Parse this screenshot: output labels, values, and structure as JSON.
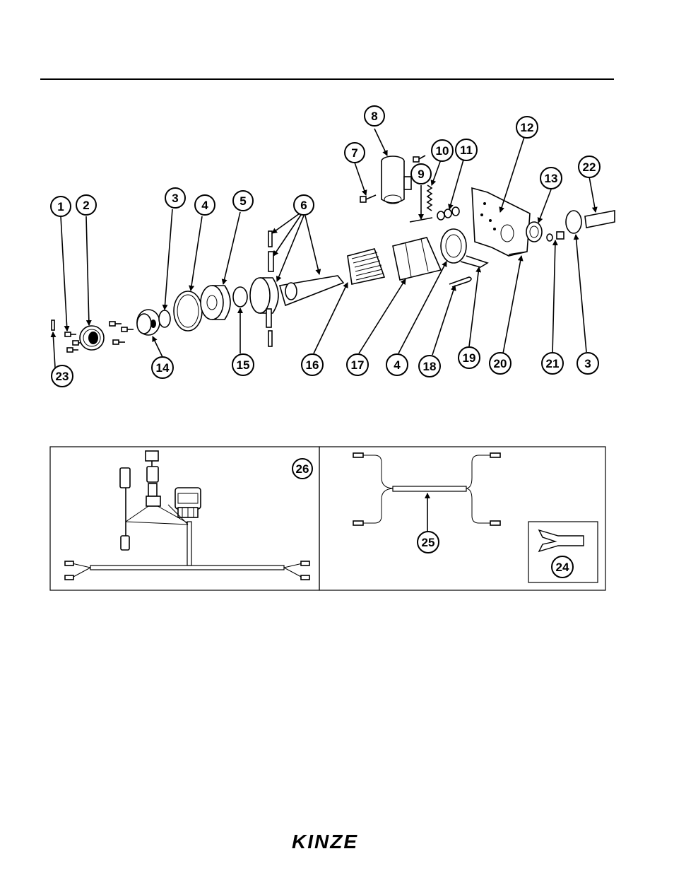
{
  "brand": {
    "logo_text": "KINZE"
  },
  "callouts": {
    "c1": "1",
    "c2": "2",
    "c3a": "3",
    "c3b": "3",
    "c4a": "4",
    "c4b": "4",
    "c5": "5",
    "c6": "6",
    "c7": "7",
    "c8": "8",
    "c9": "9",
    "c10": "10",
    "c11": "11",
    "c12": "12",
    "c13": "13",
    "c14": "14",
    "c15": "15",
    "c16": "16",
    "c17": "17",
    "c18": "18",
    "c19": "19",
    "c20": "20",
    "c21": "21",
    "c22": "22",
    "c23": "23",
    "c24": "24",
    "c25": "25",
    "c26": "26"
  }
}
